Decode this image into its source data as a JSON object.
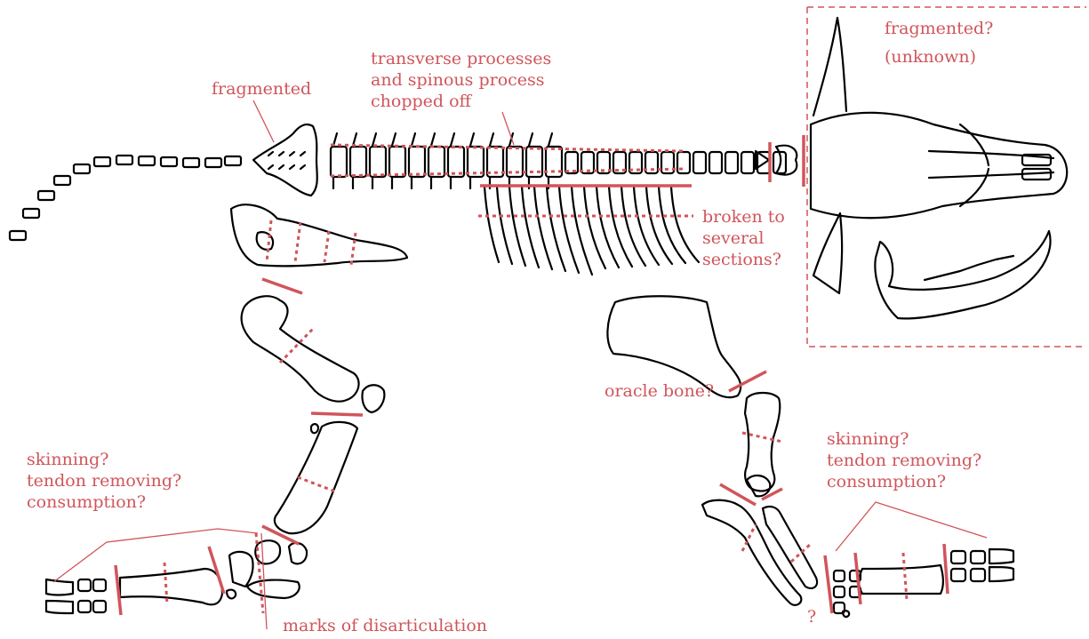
{
  "colors": {
    "annotation": "#d0555b",
    "bone_outline": "#000000",
    "background": "#ffffff"
  },
  "labels": {
    "skull_fragmented": "fragmented?",
    "skull_unknown": "(unknown)",
    "sacrum_fragmented": "fragmented",
    "vertebra_line1": "transverse processes",
    "vertebra_line2": "and spinous process",
    "vertebra_line3": "chopped off",
    "ribs_line1": "broken to",
    "ribs_line2": "several",
    "ribs_line3": "sections?",
    "oracle_bone": "oracle bone?",
    "left_feet_line1": "skinning?",
    "left_feet_line2": "tendon removing?",
    "left_feet_line3": "consumption?",
    "right_feet_line1": "skinning?",
    "right_feet_line2": "tendon removing?",
    "right_feet_line3": "consumption?",
    "disarticulation": "marks of disarticulation",
    "question_mark": "?"
  }
}
